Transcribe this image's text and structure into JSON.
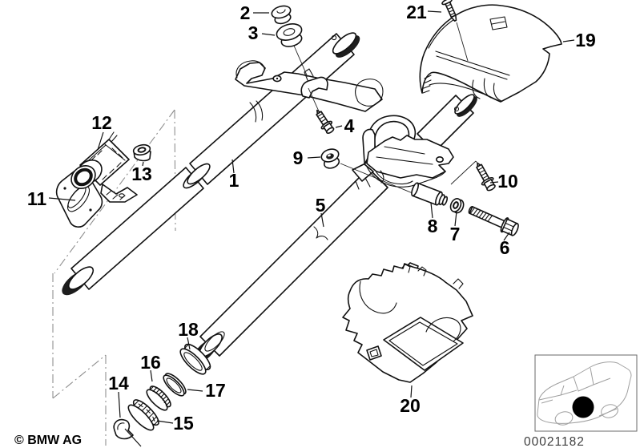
{
  "meta": {
    "copyright": "© BMW AG",
    "diagram_number": "00021182",
    "thumbnail": "bmw-sedan-front-three-quarter",
    "accent_color": "#000000",
    "background_color": "#ffffff"
  },
  "parts": [
    {
      "num": "1"
    },
    {
      "num": "2"
    },
    {
      "num": "3"
    },
    {
      "num": "4"
    },
    {
      "num": "5"
    },
    {
      "num": "6"
    },
    {
      "num": "7"
    },
    {
      "num": "8"
    },
    {
      "num": "9"
    },
    {
      "num": "10"
    },
    {
      "num": "11"
    },
    {
      "num": "12"
    },
    {
      "num": "13"
    },
    {
      "num": "14"
    },
    {
      "num": "15"
    },
    {
      "num": "16"
    },
    {
      "num": "17"
    },
    {
      "num": "18"
    },
    {
      "num": "19"
    },
    {
      "num": "20"
    },
    {
      "num": "21"
    }
  ]
}
